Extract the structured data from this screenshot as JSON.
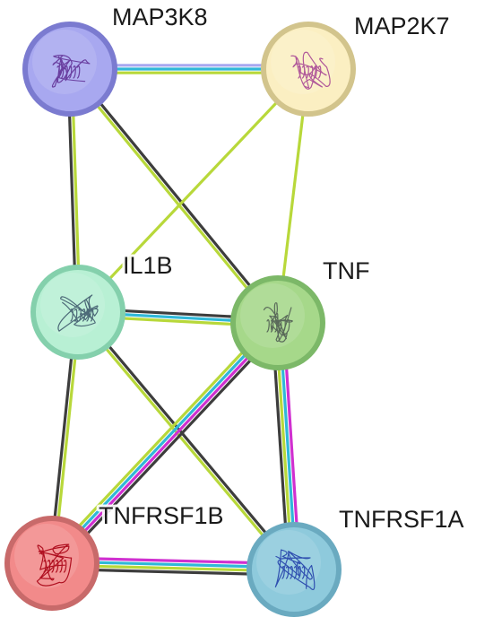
{
  "nodes": [
    {
      "id": "MAP3K8",
      "label": "MAP3K8",
      "fill": "#a8a8f0",
      "ring": "#7b7bd0",
      "sketch": "#6a3fa0",
      "icon": "protein-structure-icon"
    },
    {
      "id": "MAP2K7",
      "label": "MAP2K7",
      "fill": "#fbefc2",
      "ring": "#d2c48c",
      "sketch": "#b0589a",
      "icon": "protein-structure-icon"
    },
    {
      "id": "IL1B",
      "label": "IL1B",
      "fill": "#b8f0d4",
      "ring": "#84d0ac",
      "sketch": "#4d6a78",
      "icon": "protein-structure-icon"
    },
    {
      "id": "TNF",
      "label": "TNF",
      "fill": "#a6d88a",
      "ring": "#7cb868",
      "sketch": "#5a6a5a",
      "icon": "protein-structure-icon"
    },
    {
      "id": "TNFRSF1B",
      "label": "TNFRSF1B",
      "fill": "#f28a8a",
      "ring": "#c86a6a",
      "sketch": "#b01020",
      "icon": "protein-structure-icon"
    },
    {
      "id": "TNFRSF1A",
      "label": "TNFRSF1A",
      "fill": "#8ecadc",
      "ring": "#6aaac0",
      "sketch": "#3050b0",
      "icon": "protein-structure-icon"
    }
  ],
  "edge_colors": {
    "dark": "#3d3d3d",
    "yellowgreen": "#b8d83a",
    "cyan": "#30b8d8",
    "magenta": "#d030d0",
    "lavender": "#a8a8f0"
  },
  "edges": [
    {
      "source": "MAP3K8",
      "target": "MAP2K7",
      "types": [
        "lavender",
        "cyan",
        "yellowgreen"
      ]
    },
    {
      "source": "MAP3K8",
      "target": "IL1B",
      "types": [
        "yellowgreen",
        "dark"
      ]
    },
    {
      "source": "MAP3K8",
      "target": "TNF",
      "types": [
        "dark",
        "yellowgreen"
      ]
    },
    {
      "source": "MAP2K7",
      "target": "IL1B",
      "types": [
        "yellowgreen"
      ]
    },
    {
      "source": "MAP2K7",
      "target": "TNF",
      "types": [
        "yellowgreen"
      ]
    },
    {
      "source": "IL1B",
      "target": "TNF",
      "types": [
        "dark",
        "cyan",
        "yellowgreen"
      ]
    },
    {
      "source": "IL1B",
      "target": "TNFRSF1B",
      "types": [
        "yellowgreen",
        "dark"
      ]
    },
    {
      "source": "IL1B",
      "target": "TNFRSF1A",
      "types": [
        "dark",
        "yellowgreen"
      ]
    },
    {
      "source": "TNF",
      "target": "TNFRSF1B",
      "types": [
        "dark",
        "magenta",
        "cyan",
        "yellowgreen"
      ]
    },
    {
      "source": "TNF",
      "target": "TNFRSF1A",
      "types": [
        "magenta",
        "cyan",
        "yellowgreen",
        "dark"
      ]
    },
    {
      "source": "TNFRSF1B",
      "target": "TNFRSF1A",
      "types": [
        "magenta",
        "cyan",
        "yellowgreen",
        "dark"
      ]
    }
  ]
}
